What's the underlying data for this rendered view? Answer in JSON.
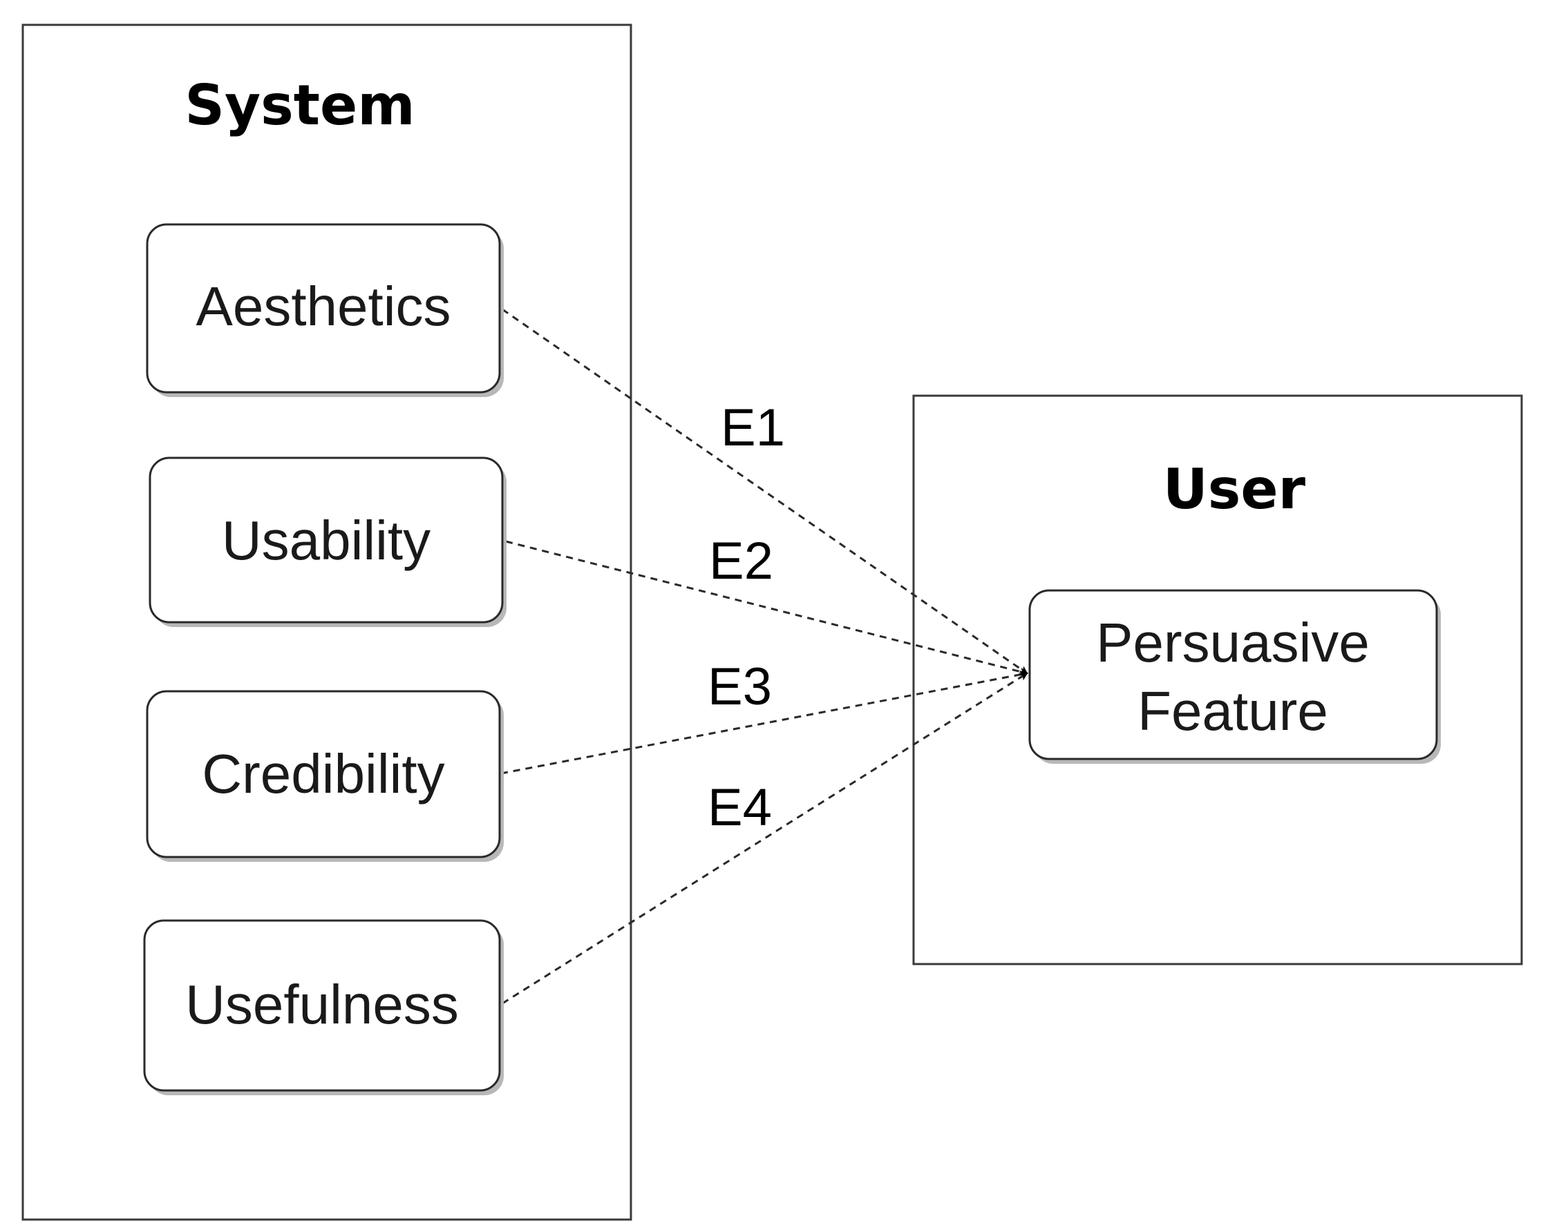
{
  "containers": {
    "system": {
      "title": "System"
    },
    "user": {
      "title": "User"
    }
  },
  "nodes": {
    "aesthetics": {
      "label": "Aesthetics"
    },
    "usability": {
      "label": "Usability"
    },
    "credibility": {
      "label": "Credibility"
    },
    "usefulness": {
      "label": "Usefulness"
    },
    "persuasive_feature": {
      "label_line1": "Persuasive",
      "label_line2": "Feature"
    }
  },
  "edges": [
    {
      "from": "Aesthetics",
      "to": "Persuasive Feature",
      "label": "E1"
    },
    {
      "from": "Usability",
      "to": "Persuasive Feature",
      "label": "E2"
    },
    {
      "from": "Credibility",
      "to": "Persuasive Feature",
      "label": "E3"
    },
    {
      "from": "Usefulness",
      "to": "Persuasive Feature",
      "label": "E4"
    }
  ],
  "colors": {
    "stroke": "#2a2a2a",
    "shadow": "#b8b8b8",
    "background": "#ffffff"
  }
}
